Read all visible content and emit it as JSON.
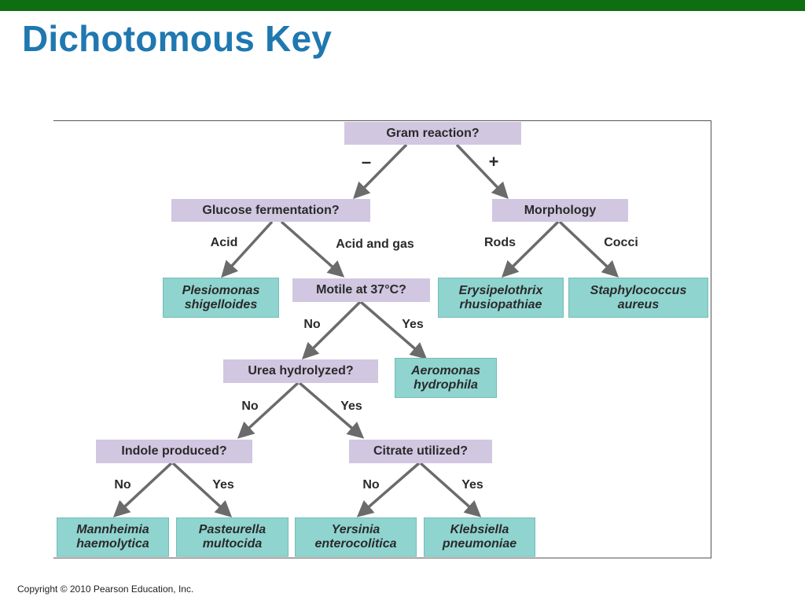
{
  "title": "Dichotomous Key",
  "copyright": "Copyright © 2010 Pearson Education, Inc.",
  "colors": {
    "top_bar": "#0d6e12",
    "title": "#1f78b0",
    "question_box": "#d1c7e1",
    "answer_box": "#8fd4cf",
    "arrow": "#6b6b6b"
  },
  "nodes": {
    "gram": "Gram reaction?",
    "glucose": "Glucose fermentation?",
    "morphology": "Morphology",
    "plesiomonas": "Plesiomonas\nshigelloides",
    "motile": "Motile at 37°C?",
    "erysipelothrix": "Erysipelothrix\nrhusiopathiae",
    "staphylococcus": "Staphylococcus\naureus",
    "urea": "Urea hydrolyzed?",
    "aeromonas": "Aeromonas\nhydrophila",
    "indole": "Indole produced?",
    "citrate": "Citrate utilized?",
    "mannheimia": "Mannheimia\nhaemolytica",
    "pasteurella": "Pasteurella\nmultocida",
    "yersinia": "Yersinia\nenterocolitica",
    "klebsiella": "Klebsiella\npneumoniae"
  },
  "branches": {
    "gram_neg": "–",
    "gram_pos": "+",
    "acid": "Acid",
    "acid_gas": "Acid and gas",
    "rods": "Rods",
    "cocci": "Cocci",
    "motile_no": "No",
    "motile_yes": "Yes",
    "urea_no": "No",
    "urea_yes": "Yes",
    "indole_no": "No",
    "indole_yes": "Yes",
    "citrate_no": "No",
    "citrate_yes": "Yes"
  }
}
